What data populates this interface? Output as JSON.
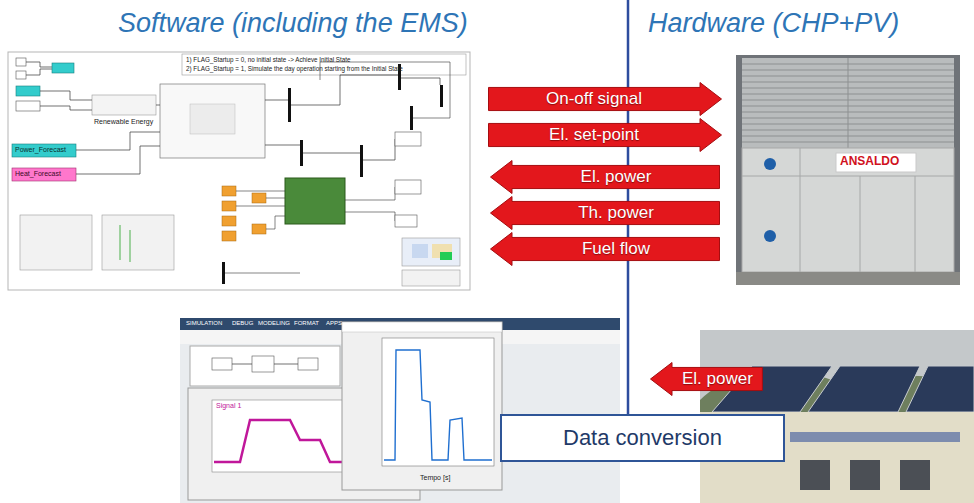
{
  "diagram": {
    "nodes": [
      {
        "text": [
          "On-off signal"
        ]
      },
      {
        "text": [
          "El. set-point"
        ]
      },
      {
        "text": [
          "El. power"
        ]
      },
      {
        "text": [
          "Th. power"
        ]
      },
      {
        "text": [
          "Fuel flow"
        ]
      },
      {
        "text": [
          "El. power"
        ]
      },
      {
        "text": [
          "Data conversion"
        ]
      }
    ],
    "labels": [
      "Software (including the EMS)",
      "Hardware (CHP+PV)",
      "1) FLAG_Startup = 0, no initial state -> Achieve Initial State",
      "2) FLAG_Startup = 1, Simulate the day operation starting from the Initial State",
      "Power_Forecast",
      "Heat_Forecast",
      "Renewable Energy",
      "SIMULATION",
      "DEBUG",
      "MODELING",
      "FORMAT",
      "APPS",
      "Signal 1",
      "Tempo [s]",
      "ANSALDO"
    ]
  }
}
